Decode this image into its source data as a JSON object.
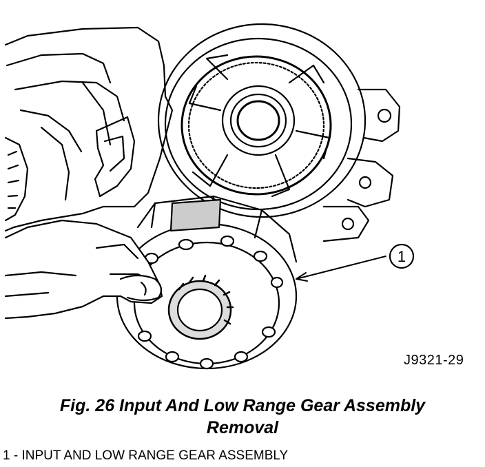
{
  "figure": {
    "callout_number": "1",
    "figure_id": "J9321-29"
  },
  "caption": {
    "line1": "Fig. 26 Input And Low Range Gear Assembly",
    "line2": "Removal"
  },
  "legend": {
    "item1": "1 - INPUT AND LOW RANGE GEAR ASSEMBLY"
  }
}
